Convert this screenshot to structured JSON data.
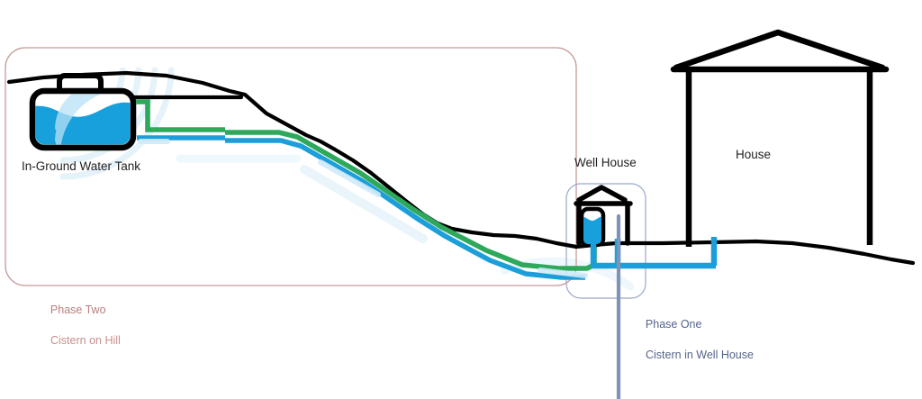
{
  "diagram": {
    "title_present": false,
    "labels": {
      "tank": "In-Ground Water Tank",
      "well_house": "Well House",
      "house": "House",
      "phase_two_line1": "Phase Two",
      "phase_two_line2": "Cistern on Hill",
      "phase_one_line1": "Phase One",
      "phase_one_line2": "Cistern in Well House"
    },
    "colors": {
      "terrain": "#000000",
      "structure": "#000000",
      "pipe_green": "#2ea85a",
      "pipe_blue": "#1b9ed9",
      "water_fill": "#18a0dc",
      "phase_two_box": "#c29a99",
      "phase_two_text": "#c9908f",
      "phase_one_box": "#8f9ec4",
      "phase_one_text": "#55638c",
      "leader_line": "#7f93b8",
      "watermark": "#d8eaf5",
      "background": "#ffffff"
    },
    "elements": {
      "water_tank": "in-ground cistern tank with handle, partially filled",
      "well_house": "small gable-roof shed containing a cistern",
      "house": "large gable-roof dwelling",
      "pipes": "green supply line and blue water line running downhill",
      "terrain": "sloping hillside ground profile"
    },
    "icon_names": {
      "tank": "water-tank-icon",
      "wellhouse": "well-house-icon",
      "house": "house-icon",
      "watermark": "watermark-waves-icon"
    }
  }
}
